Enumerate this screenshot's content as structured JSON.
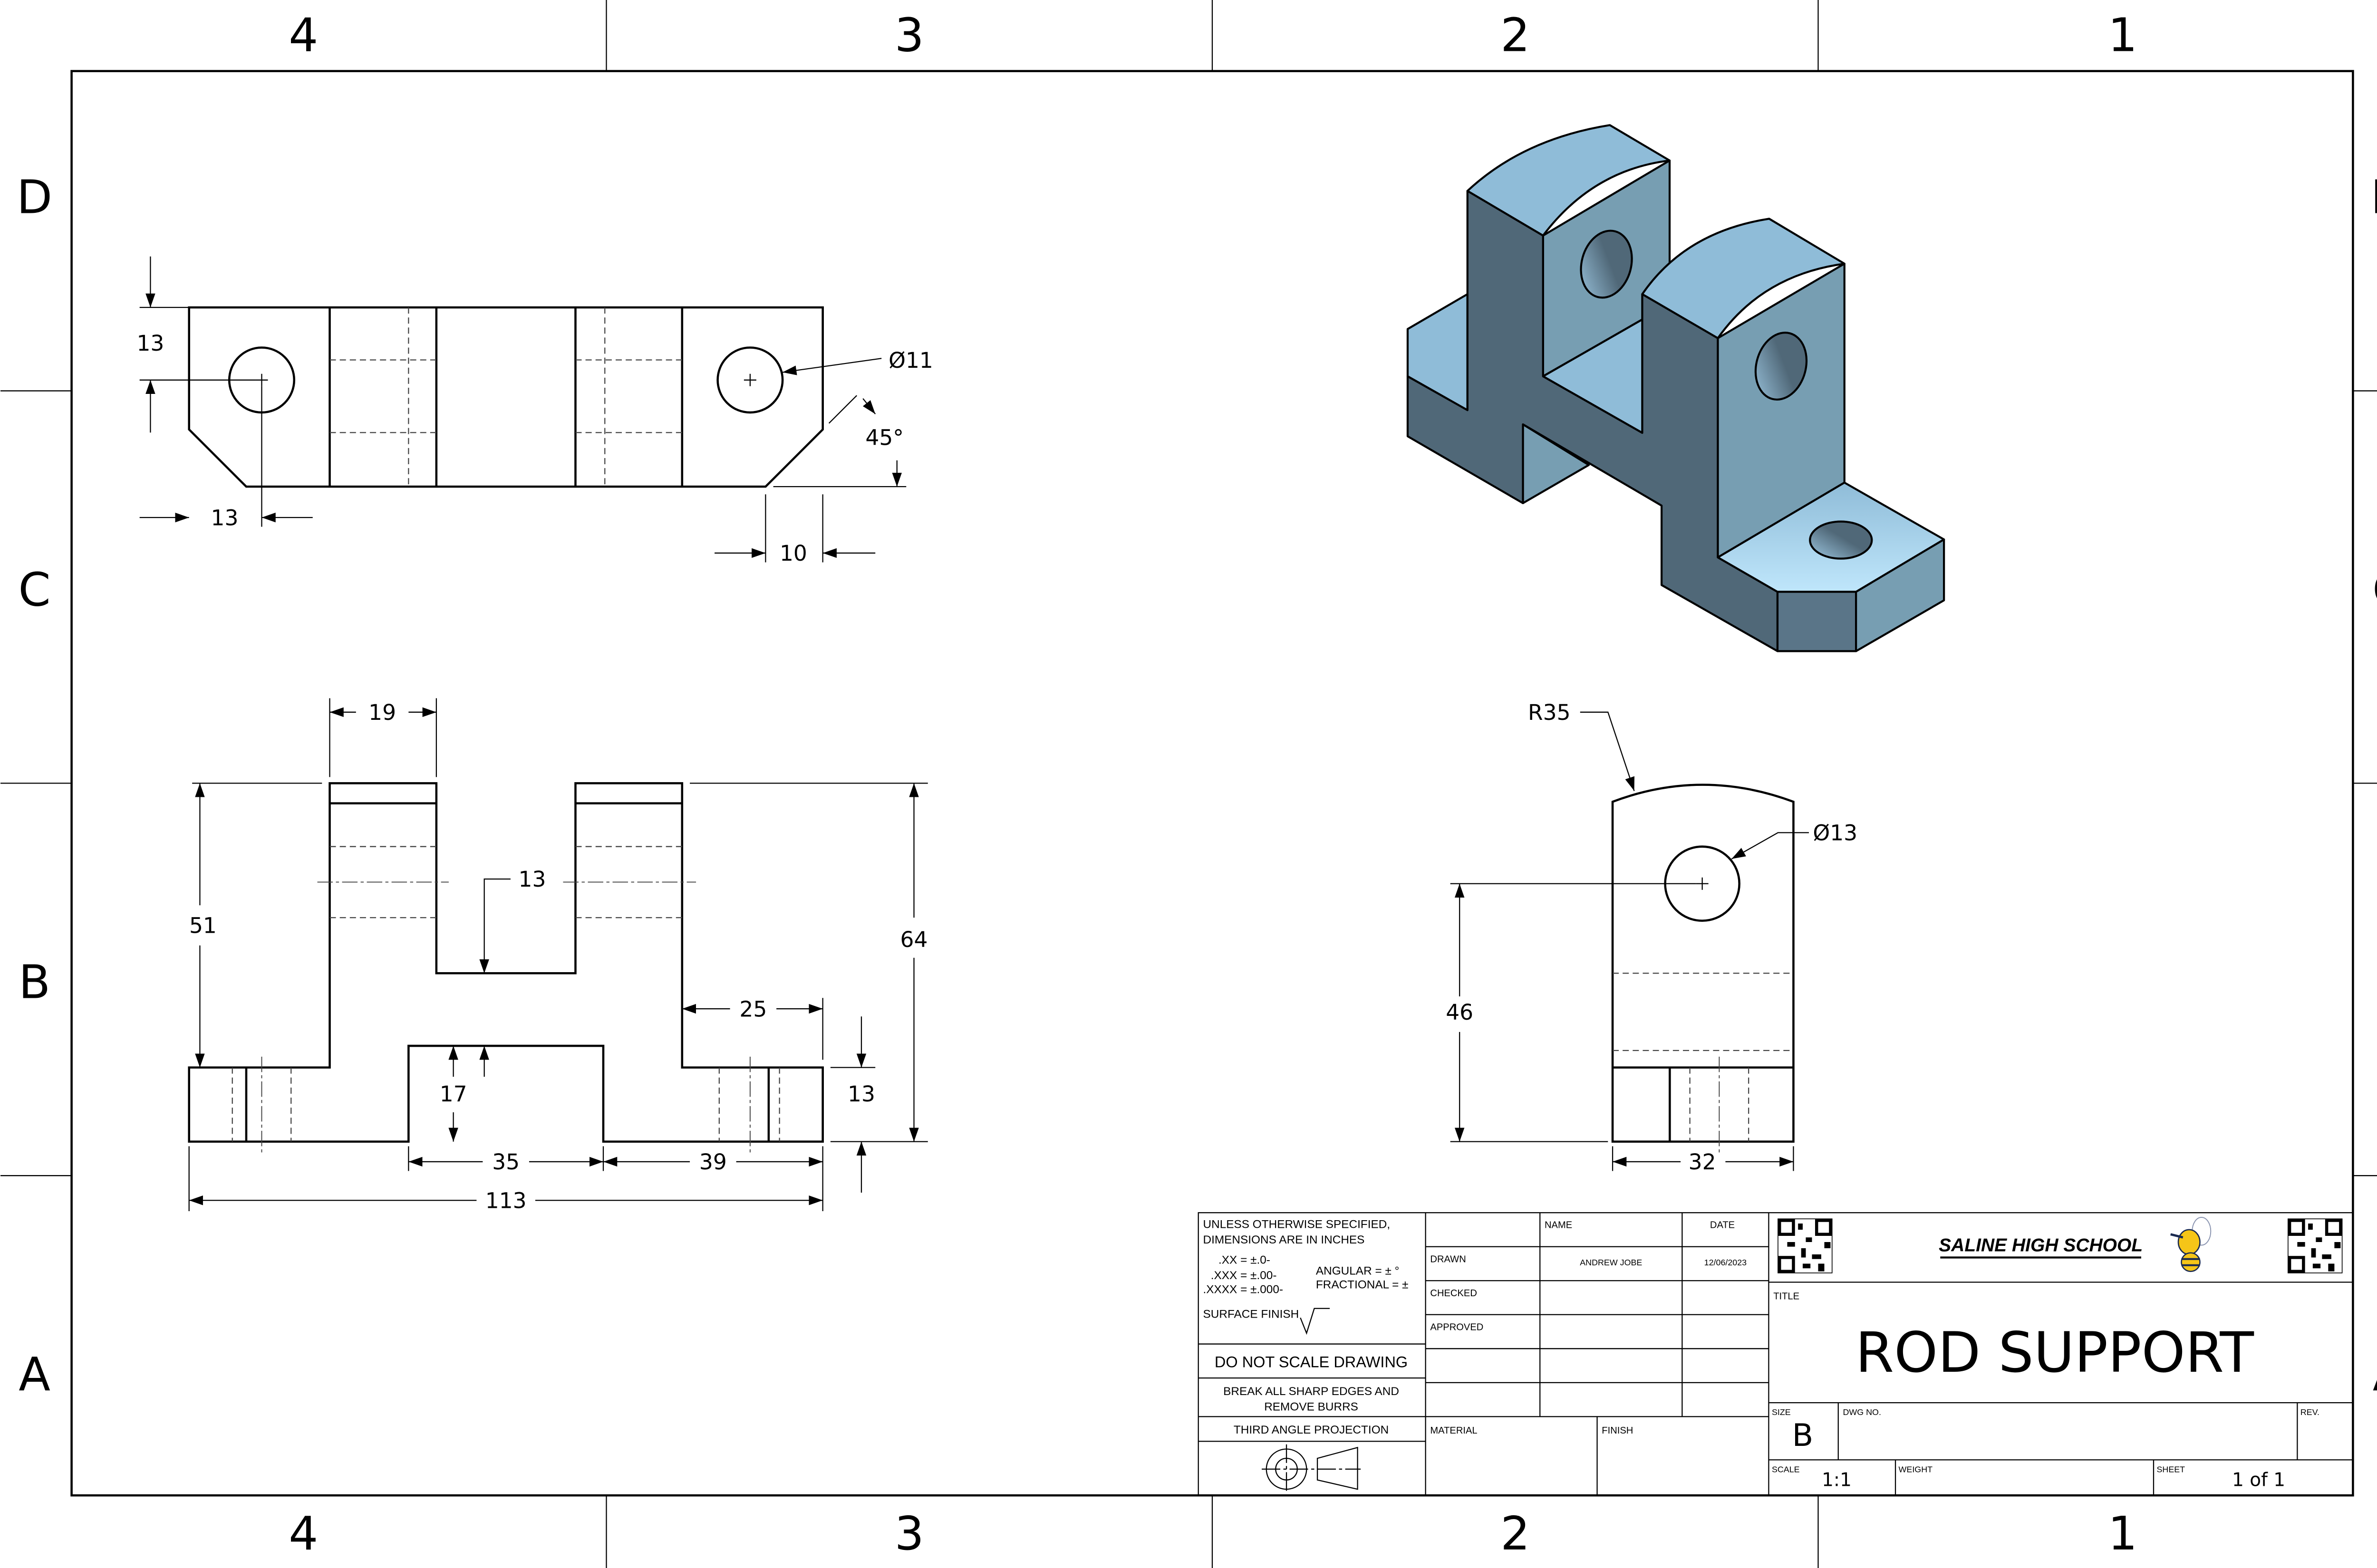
{
  "zones": {
    "columns": [
      "4",
      "3",
      "2",
      "1"
    ],
    "rows": [
      "D",
      "C",
      "B",
      "A"
    ]
  },
  "colors": {
    "iso_light": "#8fbcd8",
    "iso_mid": "#779eb2",
    "iso_dark": "#506878",
    "line": "#000000"
  },
  "top_view": {
    "dim_hole_y": "13",
    "dim_hole_x": "13",
    "hole_dia": "Ø11",
    "chamfer_angle": "45°",
    "chamfer_len": "10"
  },
  "front_view": {
    "upright_width": "19",
    "upright_hole_height": "51",
    "notch_depth": "13",
    "overall_height": "64",
    "foot_width": "25",
    "foot_height": "13",
    "center_recess": "17",
    "recess_width": "35",
    "right_offset": "39",
    "overall_length": "113"
  },
  "side_view": {
    "radius": "R35",
    "hole_dia": "Ø13",
    "hole_height": "46",
    "width": "32"
  },
  "title_block": {
    "notes": {
      "line1": "UNLESS OTHERWISE SPECIFIED,",
      "line2": "DIMENSIONS ARE IN INCHES",
      "tol_xx": ".XX = ±.0-",
      "tol_xxx": ".XXX = ±.00-",
      "tol_xxxx": ".XXXX = ±.000-",
      "angular": "ANGULAR = ± °",
      "fractional": "FRACTIONAL = ±",
      "surface_finish": "SURFACE FINISH"
    },
    "do_not_scale": "DO NOT SCALE DRAWING",
    "break_edges_1": "BREAK ALL SHARP EDGES AND",
    "break_edges_2": "REMOVE BURRS",
    "projection": "THIRD ANGLE PROJECTION",
    "header_name": "NAME",
    "header_date": "DATE",
    "drawn_label": "DRAWN",
    "drawn_name": "ANDREW JOBE",
    "drawn_date": "12/06/2023",
    "checked_label": "CHECKED",
    "approved_label": "APPROVED",
    "material_label": "MATERIAL",
    "finish_label": "FINISH",
    "school": "SALINE HIGH SCHOOL",
    "title_label": "TITLE",
    "title": "ROD SUPPORT",
    "size_label": "SIZE",
    "size": "B",
    "dwg_no_label": "DWG NO.",
    "rev_label": "REV.",
    "scale_label": "SCALE",
    "scale": "1:1",
    "weight_label": "WEIGHT",
    "sheet_label": "SHEET",
    "sheet": "1 of 1"
  }
}
